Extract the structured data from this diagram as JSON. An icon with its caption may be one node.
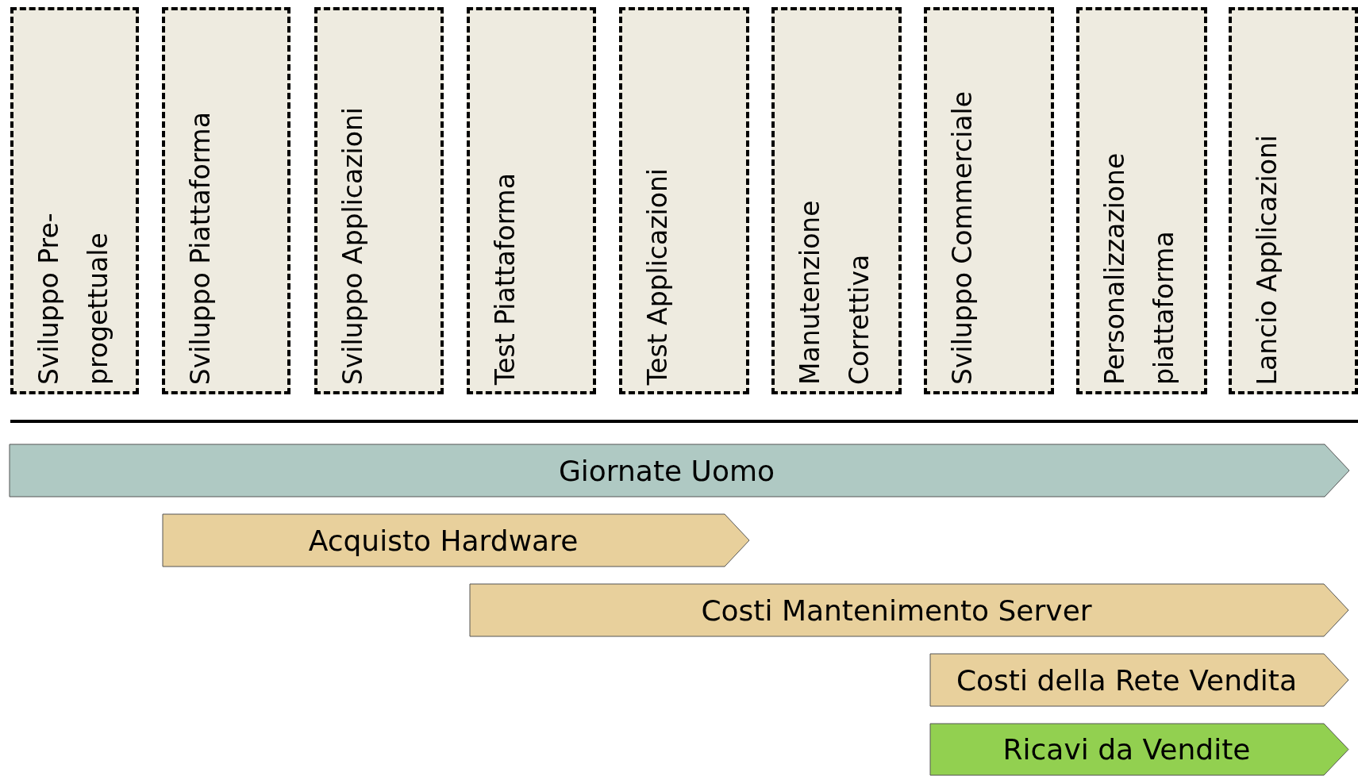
{
  "diagram": {
    "nodes": [
      {
        "text": [
          "Sviluppo Pre-progettuale"
        ]
      },
      {
        "text": [
          "Sviluppo Piattaforma"
        ]
      },
      {
        "text": [
          "Sviluppo Applicazioni"
        ]
      },
      {
        "text": [
          "Test Piattaforma"
        ]
      },
      {
        "text": [
          "Test Applicazioni"
        ]
      },
      {
        "text": [
          "Manutenzione Correttiva"
        ]
      },
      {
        "text": [
          "Sviluppo Commerciale"
        ]
      },
      {
        "text": [
          "Personalizzazione piattaforma"
        ]
      },
      {
        "text": [
          "Lancio Applicazioni"
        ]
      },
      {
        "text": [
          "Giornate Uomo"
        ]
      },
      {
        "text": [
          "Acquisto Hardware"
        ]
      },
      {
        "text": [
          "Costi Mantenimento Server"
        ]
      },
      {
        "text": [
          "Costi della Rete Vendita"
        ]
      },
      {
        "text": [
          "Ricavi da Vendite"
        ]
      }
    ]
  }
}
